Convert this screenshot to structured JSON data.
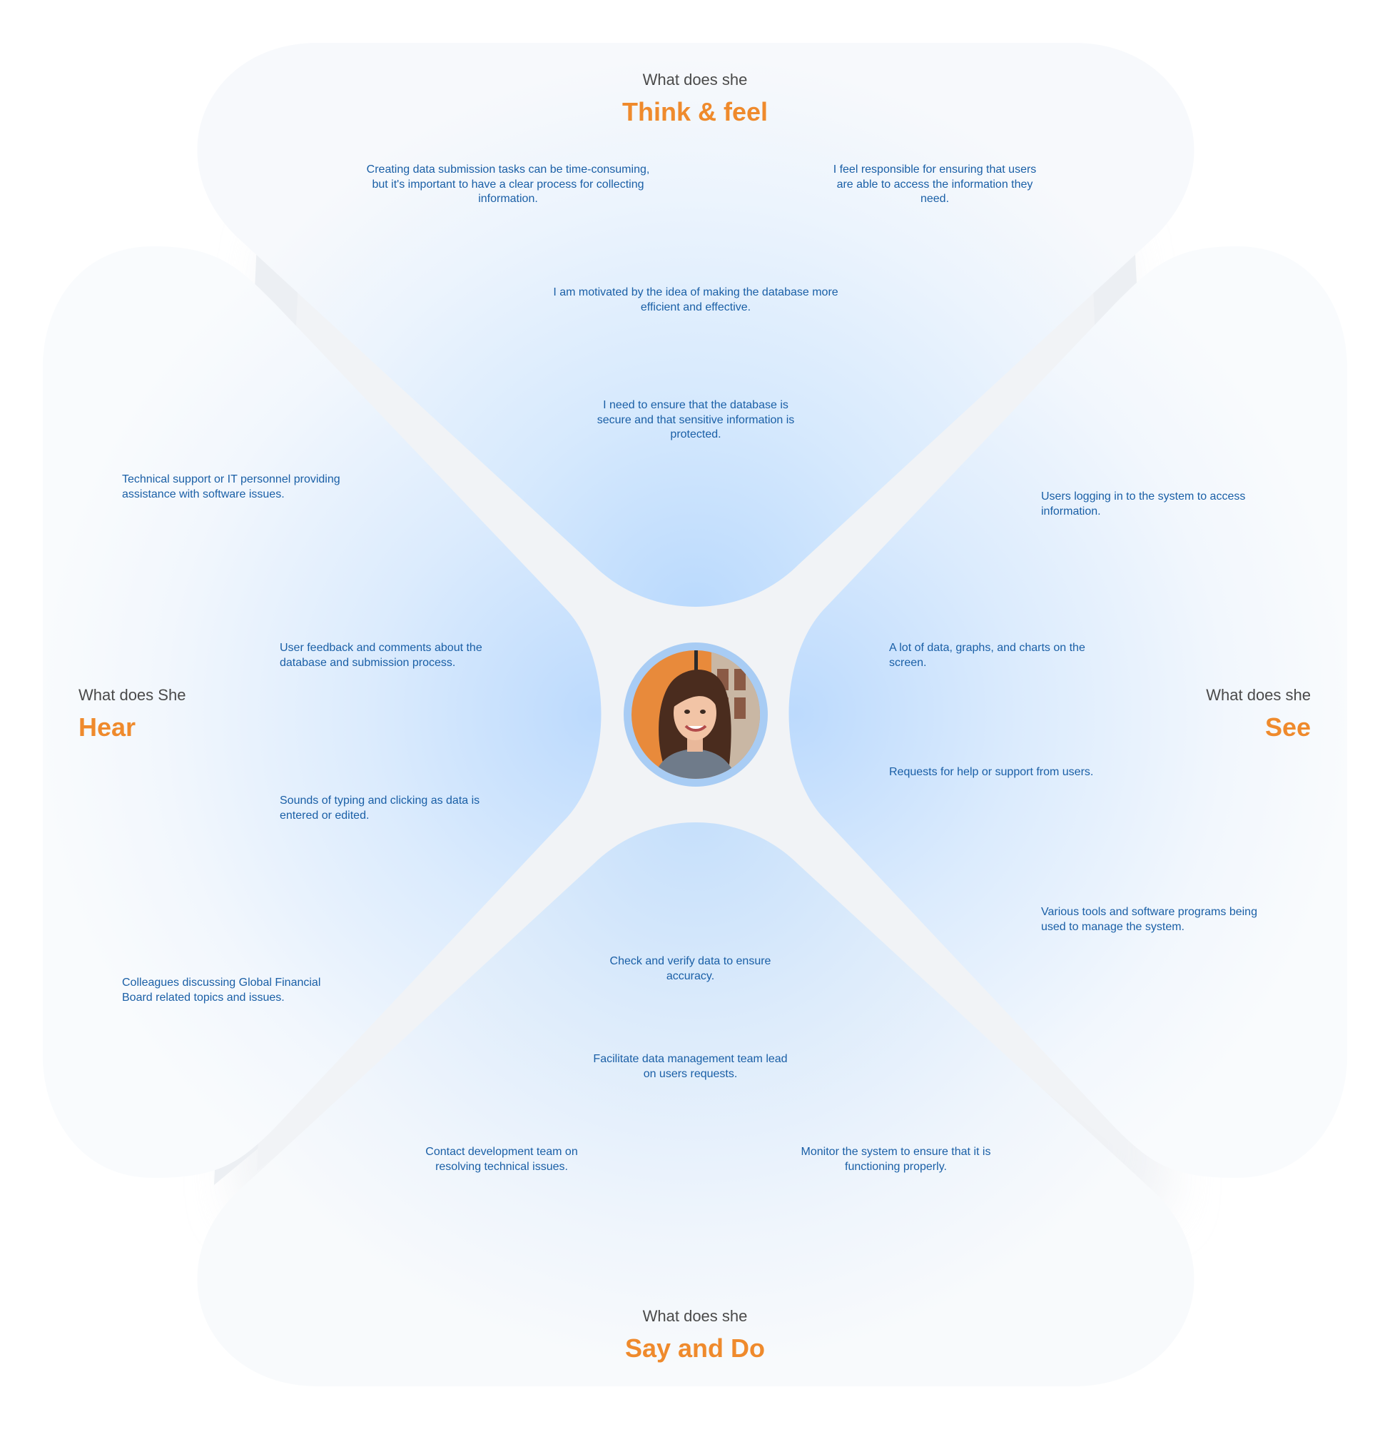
{
  "quadrants": {
    "think_feel": {
      "subtitle": "What does she",
      "title": "Think & feel",
      "notes": [
        "Creating data submission tasks can be time-consuming, but it's important to have a clear process for collecting information.",
        "I feel responsible for ensuring that users are able to access the information they need.",
        "I am motivated by the idea of making the database more efficient and effective.",
        "I need to ensure that the database is secure and that sensitive information is protected."
      ]
    },
    "hear": {
      "subtitle": "What does She",
      "title": "Hear",
      "notes": [
        "Technical support or IT personnel providing assistance with software issues.",
        "User feedback and comments about the database and submission process.",
        "Sounds of typing and clicking as data is entered or edited.",
        "Colleagues discussing Global Financial Board related topics and issues."
      ]
    },
    "see": {
      "subtitle": "What does she",
      "title": "See",
      "notes": [
        "Users logging in to the system to access information.",
        "A lot of data, graphs, and charts on the screen.",
        "Requests for help or support from users.",
        "Various tools and software programs being used to manage the system."
      ]
    },
    "say_do": {
      "subtitle": "What does she",
      "title": "Say and Do",
      "notes": [
        "Check and verify data to ensure accuracy.",
        "Facilitate data management team lead on users requests.",
        "Contact development team on resolving technical issues.",
        "Monitor the system to ensure that it is functioning properly."
      ]
    }
  },
  "colors": {
    "accent": "#ef8a2c",
    "note_text": "#1a5fa6",
    "label_text": "#4a4a4a",
    "petal_blue": "#c8e1fd",
    "ring": "#a8ccf4"
  },
  "center": {
    "avatar": "portrait-photo"
  }
}
